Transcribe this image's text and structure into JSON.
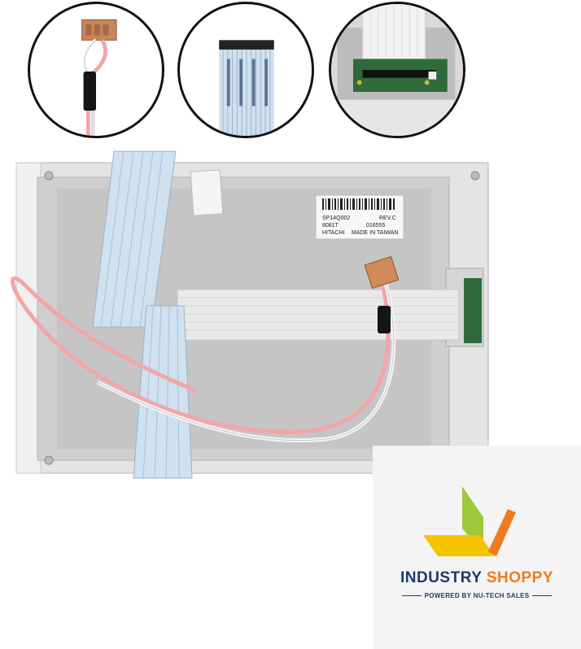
{
  "label": {
    "part": "SP14Q002",
    "rev": "REV.C",
    "code1": "8081T",
    "code2": "016555",
    "maker": "HITACHI",
    "origin": "MADE IN TAIWAN"
  },
  "brand": {
    "name_part1": "INDUSTRY",
    "name_part2": "SHOPPY",
    "tagline": "POWERED BY NU-TECH SALES",
    "colors": {
      "navy": "#1d3a6e",
      "orange": "#f07a1e",
      "lime": "#9cc83a",
      "yellow": "#f5c400"
    }
  }
}
